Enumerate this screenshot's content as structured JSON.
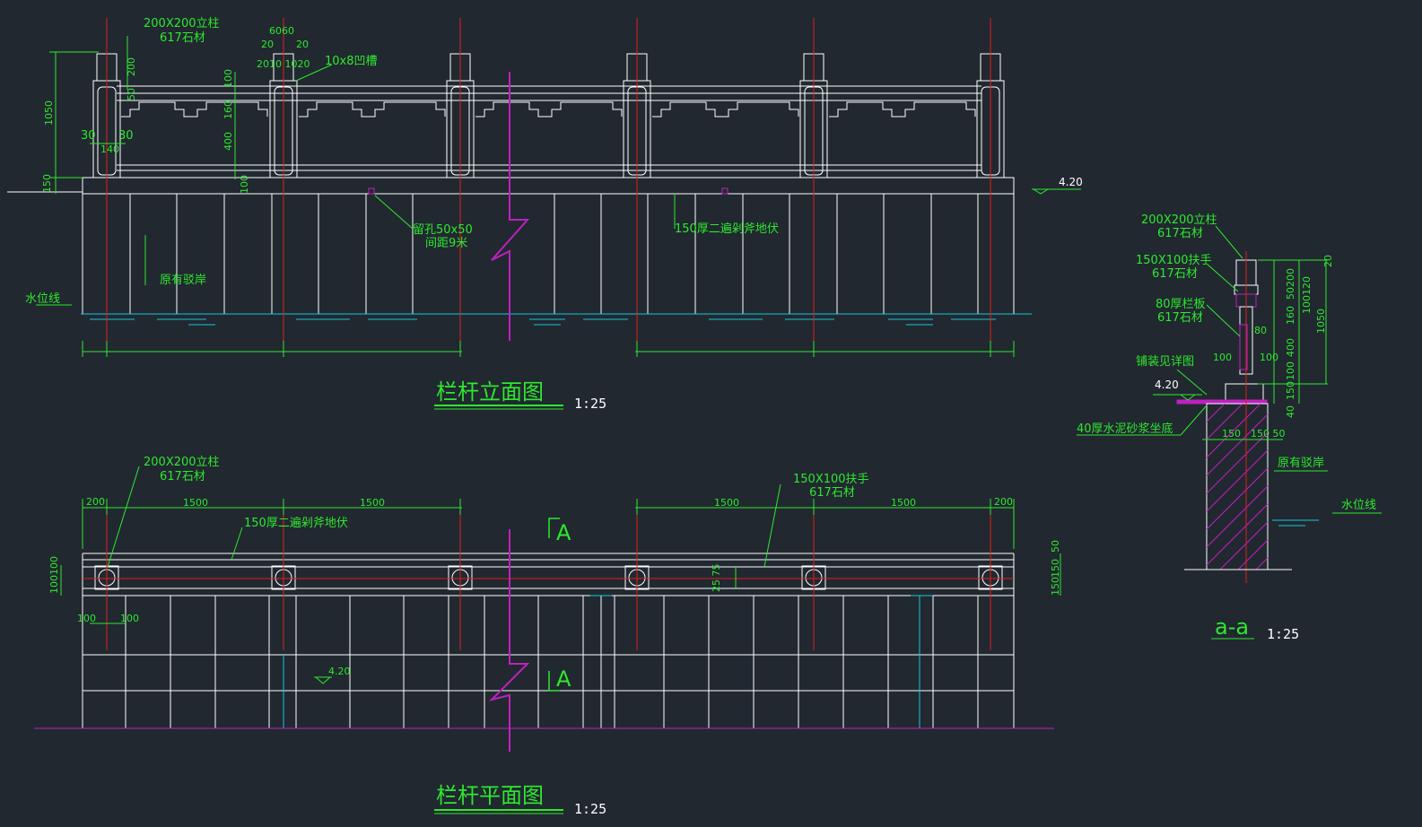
{
  "elevation": {
    "title": "栏杆立面图",
    "scale": "1:25",
    "post_label_1": "200X200立柱",
    "post_label_2": "617石材",
    "dim_6060": "6060",
    "dim_20a": "20",
    "dim_20b": "20",
    "dim_201020": "2010 1020",
    "groove": "10x8凹槽",
    "dim_1050": "1050",
    "dim_200": "200",
    "dim_50": "50",
    "dim_100": "100",
    "dim_160": "160",
    "dim_400": "400",
    "dim_100b": "100",
    "dim_150": "150",
    "dim_30a": "30",
    "dim_30b": "30",
    "dim_140": "140",
    "level": "4.20",
    "hole_1": "留孔50x50",
    "hole_2": "间距9米",
    "paving": "150厚二遍剁斧地伏",
    "bank": "原有驳岸",
    "water": "水位线"
  },
  "plan": {
    "title": "栏杆平面图",
    "scale": "1:25",
    "post_label_1": "200X200立柱",
    "post_label_2": "617石材",
    "paving": "150厚二遍剁斧地伏",
    "rail_label_1": "150X100扶手",
    "rail_label_2": "617石材",
    "dim_200a": "200",
    "dim_1500a": "1500",
    "dim_1500b": "1500",
    "dim_1500c": "1500",
    "dim_1500d": "1500",
    "dim_200b": "200",
    "dim_100100": "100100",
    "dim_100": "100",
    "dim_100b": "100",
    "dim_100c": "100",
    "dim_2575": "25 75",
    "dim_50": "50",
    "dim_150a": "150",
    "dim_150b": "150",
    "level": "4.20",
    "section_a": "A",
    "section_b": "A"
  },
  "section": {
    "title": "a-a",
    "scale": "1:25",
    "post_1": "200X200立柱",
    "post_2": "617石材",
    "rail_1": "150X100扶手",
    "rail_2": "617石材",
    "panel_1": "80厚栏板",
    "panel_2": "617石材",
    "paving": "铺装见详图",
    "level": "4.20",
    "mortar": "40厚水泥砂浆坐底",
    "bank": "原有驳岸",
    "water": "水位线",
    "dim_200": "200",
    "dim_50": "50",
    "dim_100120": "100120",
    "dim_160": "160",
    "dim_400": "400",
    "dim_100": "100",
    "dim_150": "150",
    "dim_40": "40",
    "dim_20": "20",
    "dim_1050": "1050",
    "dim_80": "80",
    "dim_100l": "100",
    "dim_100r": "100",
    "dim_150b": "150",
    "dim_15050": "150 50"
  },
  "colors": {
    "background": "#212830",
    "line": "#ffffff",
    "dimension": "#2ee82e",
    "axis": "#e0201c",
    "break": "#c020c0",
    "water": "#18c8d8"
  }
}
